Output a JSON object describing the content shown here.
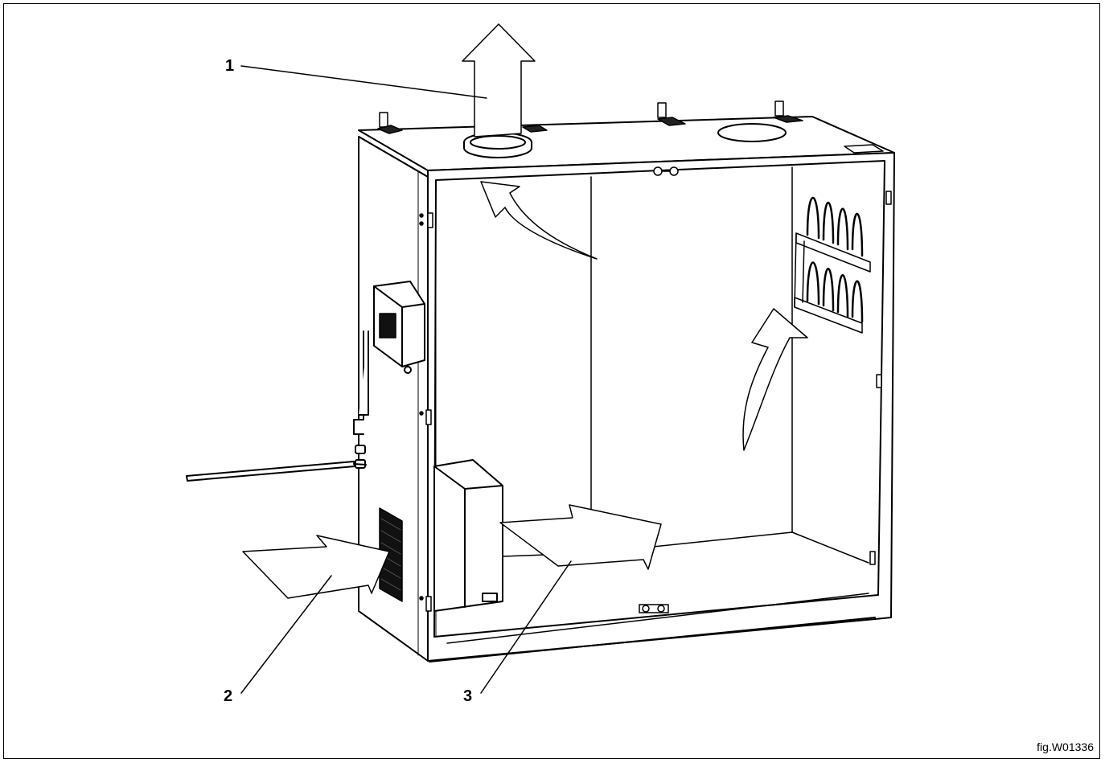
{
  "callouts": [
    {
      "id": "1",
      "label": "1"
    },
    {
      "id": "2",
      "label": "2"
    },
    {
      "id": "3",
      "label": "3"
    }
  ],
  "figure_ref": "fig.W01336"
}
